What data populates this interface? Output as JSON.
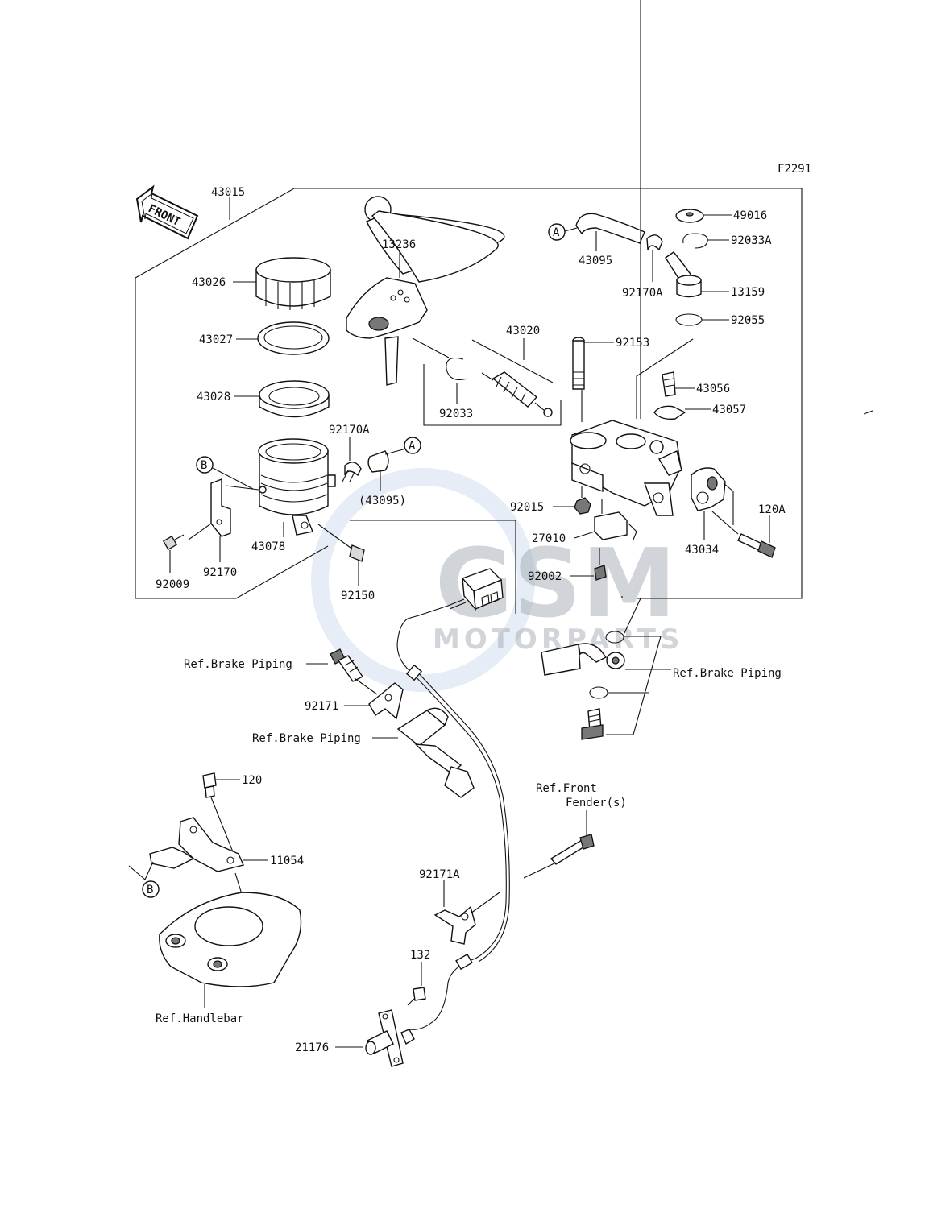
{
  "figure_code": "F2291",
  "front_label": "FRONT",
  "watermark": {
    "logo": "GSM",
    "sub": "MOTORPARTS"
  },
  "labels": {
    "p43015": "43015",
    "p13236": "13236",
    "p43095": "43095",
    "p49016": "49016",
    "p92033A": "92033A",
    "p92170A_top": "92170A",
    "p13159": "13159",
    "p92055": "92055",
    "p43026": "43026",
    "p43027": "43027",
    "p43028": "43028",
    "p43020": "43020",
    "p92153": "92153",
    "p43056": "43056",
    "p43057": "43057",
    "p92033": "92033",
    "p92170A_mid": "92170A",
    "p43095_ref": "(43095)",
    "p92015": "92015",
    "p120A": "120A",
    "p27010": "27010",
    "p43034": "43034",
    "p43078": "43078",
    "p92170": "92170",
    "p92009": "92009",
    "p92150": "92150",
    "p92002": "92002",
    "ref_brake_1": "Ref.Brake Piping",
    "ref_brake_2": "Ref.Brake Piping",
    "ref_brake_3": "Ref.Brake Piping",
    "p92171": "92171",
    "p120": "120",
    "p11054": "11054",
    "ref_front_fender_1": "Ref.Front",
    "ref_front_fender_2": "Fender(s)",
    "p92171A": "92171A",
    "p132": "132",
    "p21176": "21176",
    "ref_handlebar": "Ref.Handlebar",
    "callout_a": "A",
    "callout_b": "B"
  },
  "icons": [
    "front-arrow-icon",
    "callout-circle-icon"
  ]
}
